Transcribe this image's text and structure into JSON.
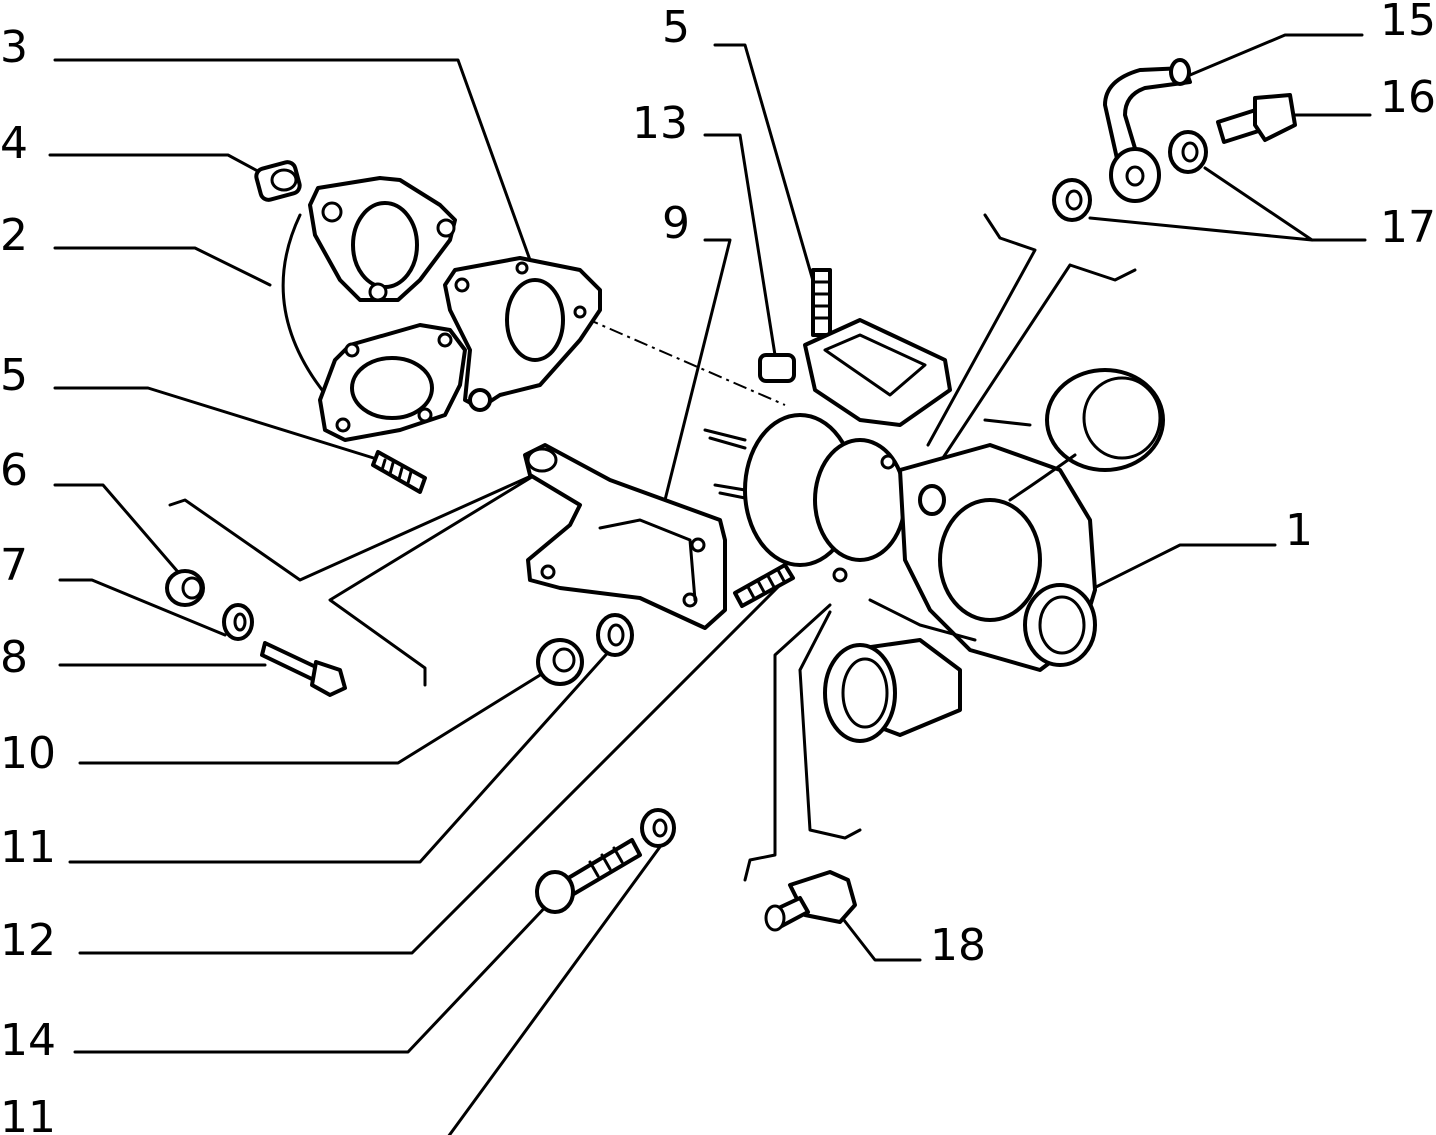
{
  "callouts": [
    {
      "id": "c1",
      "label": "1"
    },
    {
      "id": "c2",
      "label": "2"
    },
    {
      "id": "c3",
      "label": "3"
    },
    {
      "id": "c4",
      "label": "4"
    },
    {
      "id": "c5a",
      "label": "5"
    },
    {
      "id": "c5b",
      "label": "5"
    },
    {
      "id": "c6",
      "label": "6"
    },
    {
      "id": "c7",
      "label": "7"
    },
    {
      "id": "c8",
      "label": "8"
    },
    {
      "id": "c9",
      "label": "9"
    },
    {
      "id": "c10",
      "label": "10"
    },
    {
      "id": "c11a",
      "label": "11"
    },
    {
      "id": "c11b",
      "label": "11"
    },
    {
      "id": "c12",
      "label": "12"
    },
    {
      "id": "c13",
      "label": "13"
    },
    {
      "id": "c14",
      "label": "14"
    },
    {
      "id": "c15",
      "label": "15"
    },
    {
      "id": "c16",
      "label": "16"
    },
    {
      "id": "c17",
      "label": "17"
    },
    {
      "id": "c18",
      "label": "18"
    }
  ]
}
